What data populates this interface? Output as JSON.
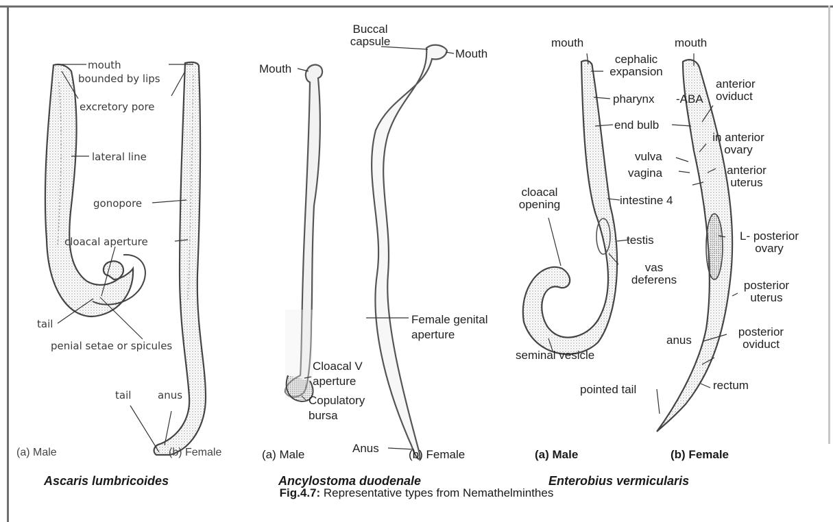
{
  "panels": [
    {
      "species": "Ascaris lumbricoides",
      "male_caption": "(a) Male",
      "female_caption": "(b) Female",
      "labels": {
        "mouth": "mouth",
        "bounded": "bounded by lips",
        "excretory": "excretory pore",
        "lateral": "lateral line",
        "gonopore": "gonopore",
        "cloacal": "cloacal aperture",
        "tail_male": "tail",
        "penial": "penial setae or spicules",
        "tail_female": "tail",
        "anus": "anus"
      }
    },
    {
      "species": "Ancylostoma duodenale",
      "male_caption": "(a) Male",
      "female_caption": "(b) Female",
      "labels": {
        "buccal": "Buccal\ncapsule",
        "mouth_female": "Mouth",
        "mouth_male": "Mouth",
        "genital": "Female genital\naperture",
        "cloacal": "Cloacal V\naperture",
        "bursa": "Copulatory\nbursa",
        "anus": "Anus"
      }
    },
    {
      "species": "Enterobius vermicularis",
      "male_caption": "(a) Male",
      "female_caption": "(b) Female",
      "labels": {
        "mouth_male": "mouth",
        "mouth_female": "mouth",
        "cephalic": "cephalic\nexpansion",
        "pharynx": "pharynx",
        "aba": "-ABA",
        "ant_oviduct": "anterior\noviduct",
        "end_bulb": "end bulb",
        "ant_ovary": "in anterior\novary",
        "vulva": "vulva",
        "vagina": "vagina",
        "ant_uterus": "anterior\nuterus",
        "cloacal": "cloacal\nopening",
        "intestine": "intestine 4",
        "testis": "testis",
        "post_ovary": "L- posterior\novary",
        "vas": "vas\ndeferens",
        "post_uterus": "posterior\nuterus",
        "anus": "anus",
        "post_oviduct": "posterior\noviduct",
        "seminal": "seminal vesicle",
        "rectum": "rectum",
        "tail": "pointed tail"
      }
    }
  ],
  "figure_caption": {
    "label": "Fig.4.7:",
    "text": " Representative types from Nemathelminthes"
  }
}
